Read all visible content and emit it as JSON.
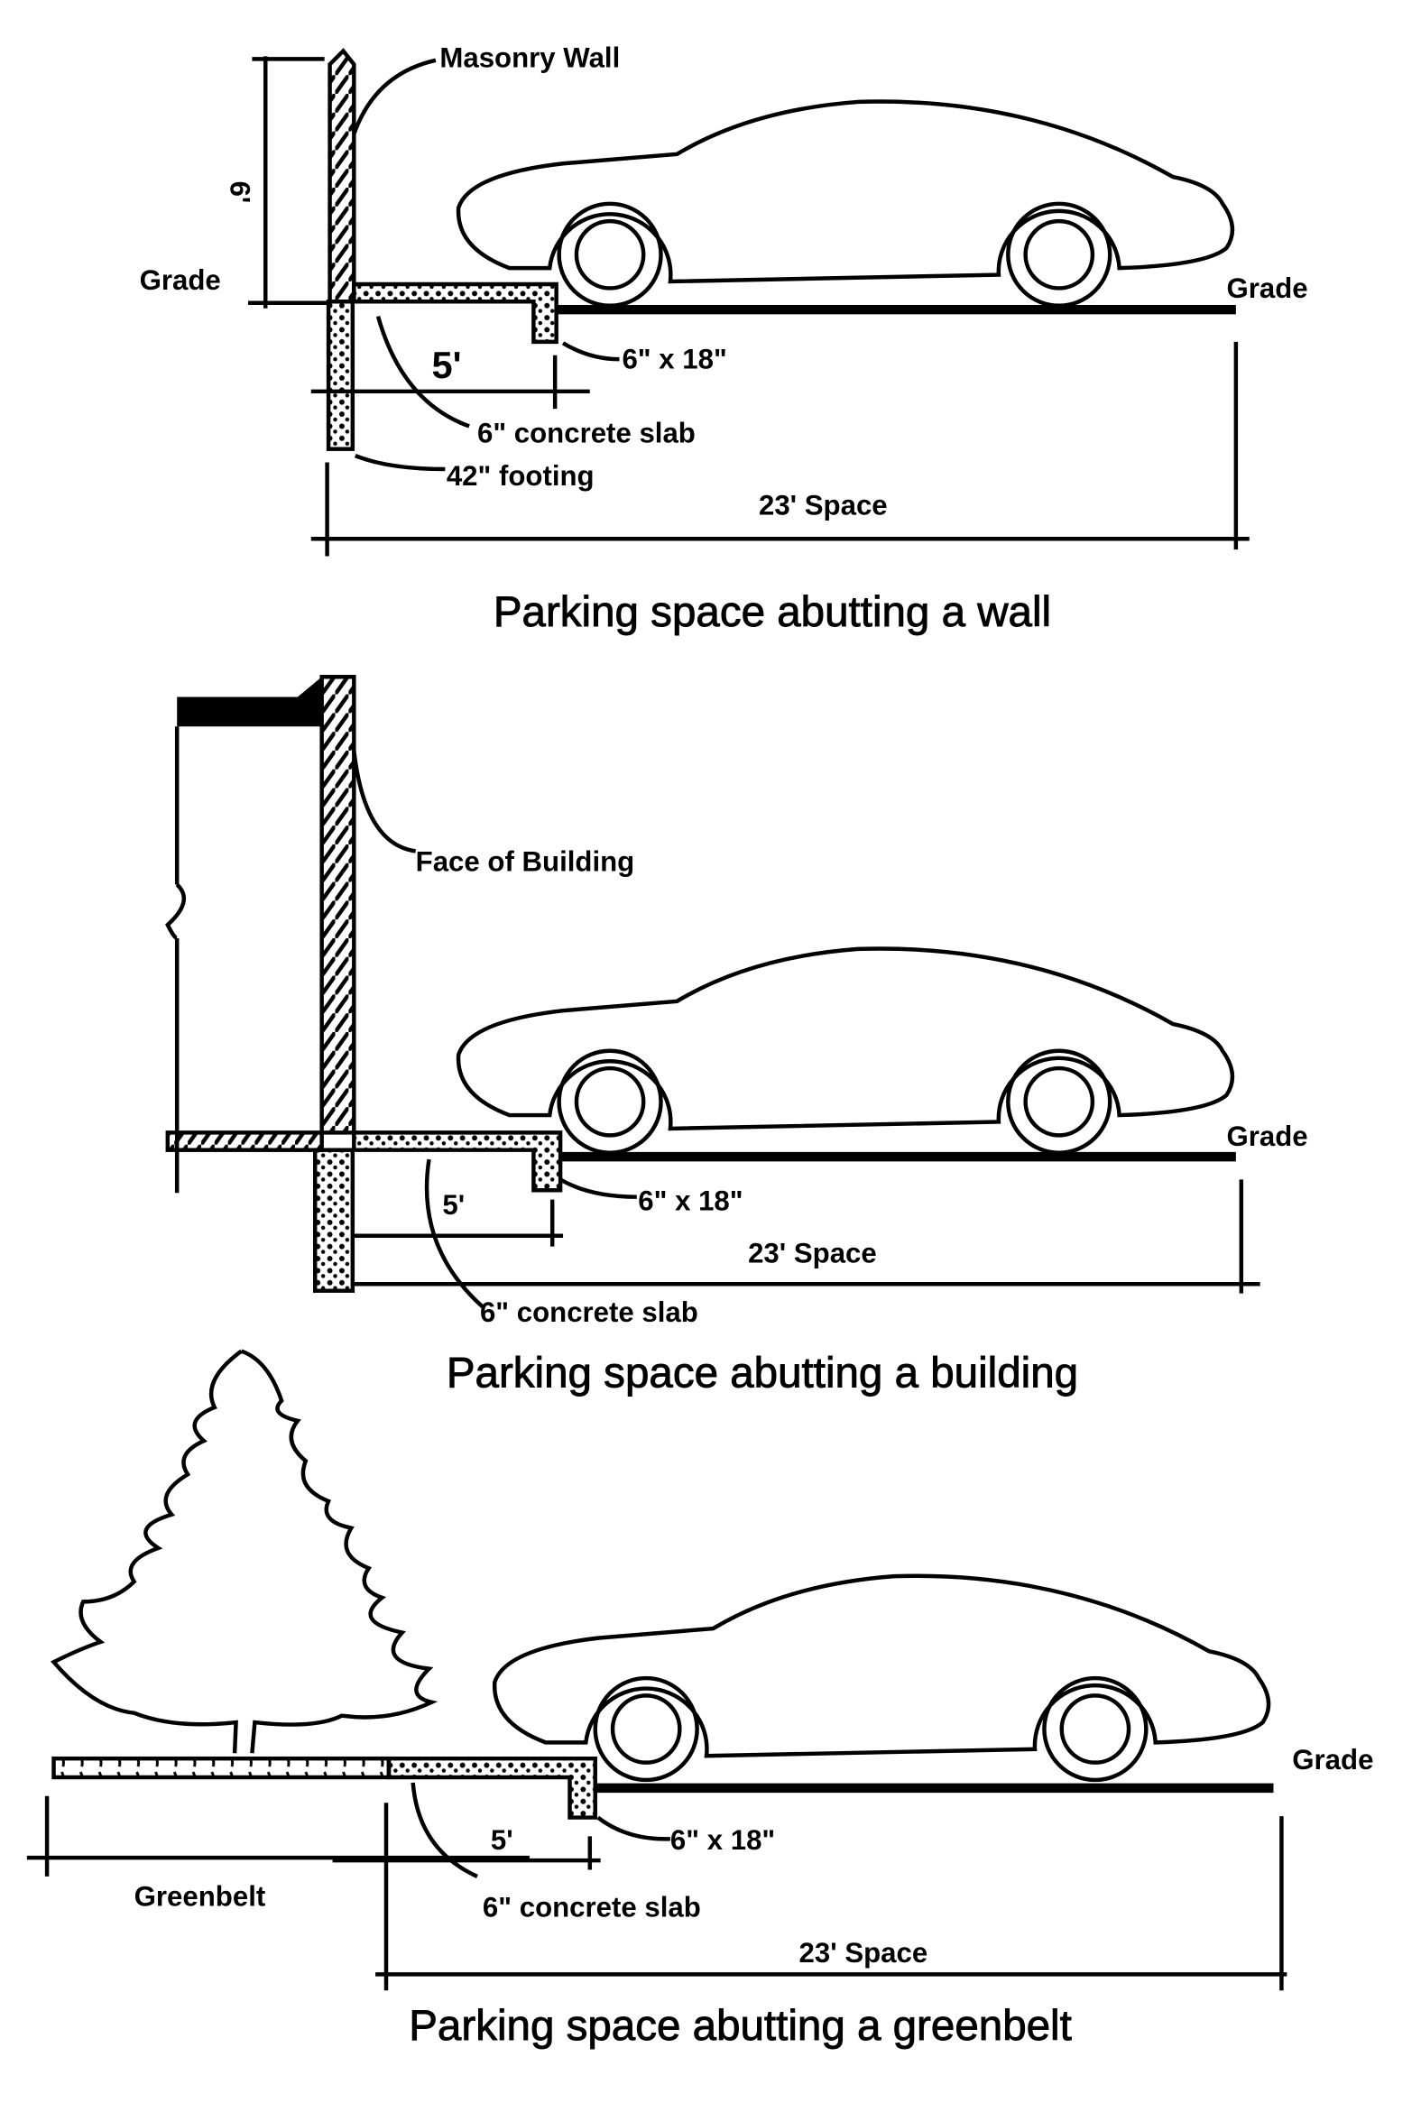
{
  "panels": [
    {
      "title": "Parking space abutting a wall",
      "labels": {
        "wall": "Masonry Wall",
        "height": "6'",
        "grade_left": "Grade",
        "grade_right": "Grade",
        "curb": "6\" x 18\"",
        "setback": "5'",
        "slab": "6\" concrete slab",
        "footing": "42\" footing",
        "space": "23'  Space"
      }
    },
    {
      "title": "Parking space abutting a building",
      "labels": {
        "building": "Face of Building",
        "grade_right": "Grade",
        "curb": "6\" x 18\"",
        "setback": "5'",
        "space": "23' Space",
        "slab": "6\" concrete slab"
      }
    },
    {
      "title": "Parking space abutting a greenbelt",
      "labels": {
        "grade_right": "Grade",
        "curb": "6\" x 18\"",
        "setback": "5'",
        "greenbelt": "Greenbelt",
        "slab": "6\" concrete slab",
        "space": "23' Space"
      }
    }
  ],
  "colors": {
    "ink": "#000000",
    "paper": "#ffffff"
  }
}
